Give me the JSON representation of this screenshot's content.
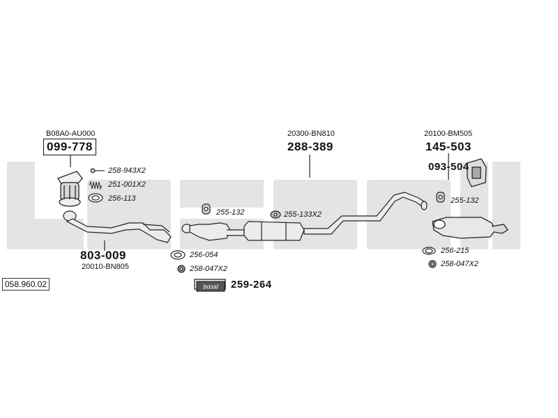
{
  "diagram_code": "058.960.02",
  "brand_watermark": "bosal",
  "sections": [
    {
      "oem": "B08A0-AU000",
      "part": "099-778"
    },
    {
      "oem": "20300-BN810",
      "part": "288-389"
    },
    {
      "oem": "20100-BM505",
      "part": "145-503"
    },
    {
      "oem": "20010-BN805",
      "part": "803-009"
    }
  ],
  "mount_part": "093-504",
  "assembly_kit": {
    "logo": "bosal",
    "part": "259-264"
  },
  "small_parts": {
    "p1": "258-943X2",
    "p2": "251-001X2",
    "p3": "256-113",
    "p4": "255-132",
    "p5": "255-133X2",
    "p6": "255-132",
    "p7": "256-054",
    "p8": "258-047X2",
    "p9": "256-215",
    "p10": "258-047X2"
  }
}
